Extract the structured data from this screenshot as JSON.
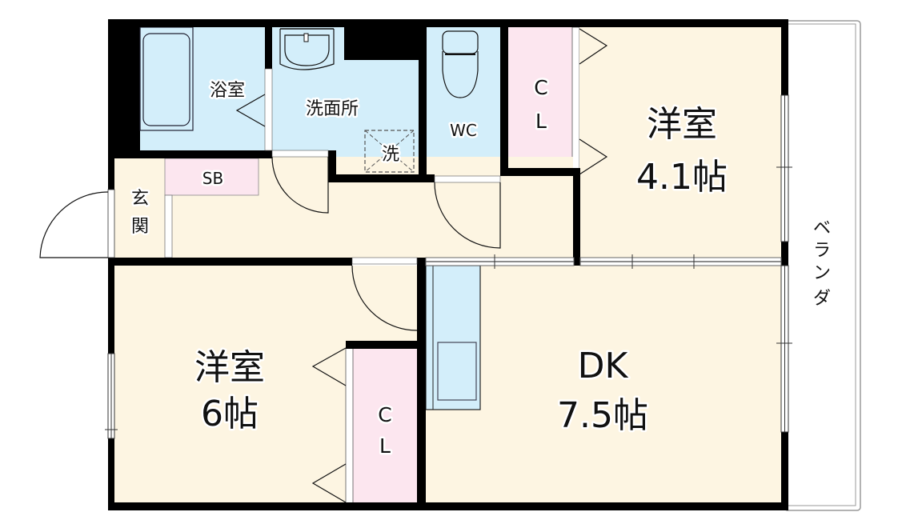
{
  "floorplan": {
    "colors": {
      "room": "#fdf5e2",
      "wet": "#d3eefa",
      "storage": "#fce6ef",
      "wall": "#000000",
      "background": "#ffffff"
    },
    "rooms": {
      "bath": {
        "label": "浴室"
      },
      "washroom": {
        "label": "洗面所",
        "washer_label": "洗"
      },
      "wc": {
        "label": "WC"
      },
      "closet_top": {
        "line1": "C",
        "line2": "L"
      },
      "bedroom_small": {
        "line1": "洋室",
        "line2": "4.1帖"
      },
      "entrance": {
        "line1": "玄",
        "line2": "関"
      },
      "shoe_box": {
        "label": "SB"
      },
      "bedroom_large": {
        "line1": "洋室",
        "line2": "6帖"
      },
      "closet_bottom": {
        "line1": "C",
        "line2": "L"
      },
      "dining_kitchen": {
        "line1": "DK",
        "line2": "7.5帖"
      },
      "balcony": {
        "chars": [
          "ベ",
          "ラ",
          "ン",
          "ダ"
        ]
      }
    }
  }
}
